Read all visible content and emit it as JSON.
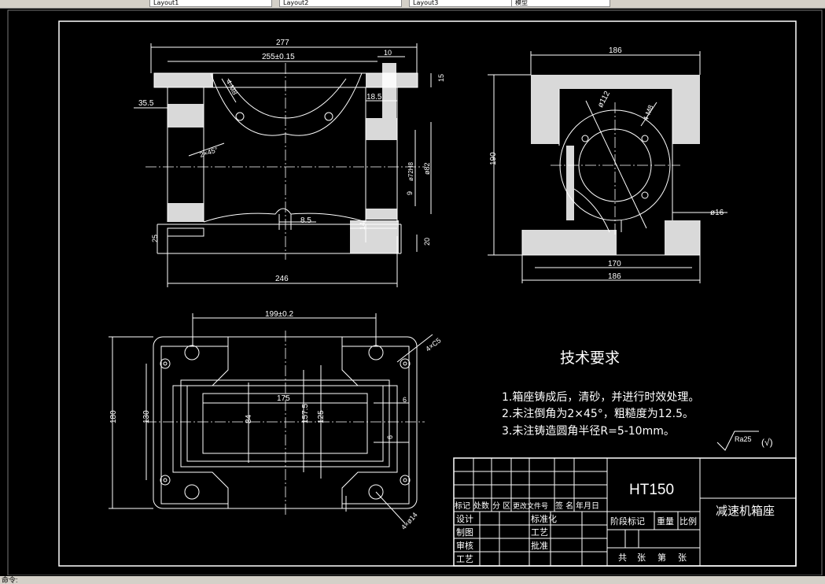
{
  "toolbar": {
    "tabs": [
      {
        "label": "Layout1"
      },
      {
        "label": "Layout2"
      },
      {
        "label": "Layout3"
      },
      {
        "label": "模型"
      }
    ]
  },
  "status": {
    "prompt": "命令:"
  },
  "drawing": {
    "front_view": {
      "dims": {
        "overall_width": "277",
        "bolt_span": "255±0.15",
        "flange_w": "10",
        "flange_h": "15",
        "holes": "4-M8",
        "left_step": "35.5",
        "right_step": "18.5",
        "chamfer": "2×45°",
        "bore_a": "ø72H8",
        "bore_b": "ø82",
        "groove_h": "9",
        "slot_w": "8.5",
        "base_h": "25",
        "rib_h": "14",
        "foot_h": "20",
        "base_w": "246"
      }
    },
    "side_view": {
      "dims": {
        "top_w": "186",
        "height": "190",
        "circle": "ø112",
        "holes": "4-M8",
        "foot_hole": "ø16",
        "inner_w": "170",
        "base_w": "186"
      }
    },
    "top_view": {
      "dims": {
        "hole_span": "199±0.2",
        "chamfer": "4×C5",
        "overall_h": "180",
        "hole_h": "130",
        "inner_h": "157.5",
        "mid_h": "125",
        "window_h": "84",
        "window_w": "175",
        "edge_a": "6",
        "edge_b": "6",
        "mount_holes": "4×ø14"
      }
    },
    "tech_requirements": {
      "title": "技术要求",
      "items": [
        "1.箱座铸成后，清砂，并进行时效处理。",
        "2.未注倒角为2×45°，粗糙度为12.5。",
        "3.未注铸造圆角半径R=5-10mm。"
      ],
      "roughness": "Ra25",
      "roughness_other": "(√)"
    },
    "title_block": {
      "material": "HT150",
      "part_name": "减速机箱座",
      "row_header": [
        "标记",
        "处数",
        "分 区",
        "更改文件号",
        "签 名",
        "年月日"
      ],
      "left_labels": [
        "设计",
        "制图",
        "审核",
        "工艺"
      ],
      "mid_labels": [
        "标准化",
        "工艺",
        "批准"
      ],
      "stage_header": [
        "阶段标记",
        "重量",
        "比例"
      ],
      "sheet_row": [
        "共",
        "张",
        "第",
        "张"
      ]
    }
  }
}
